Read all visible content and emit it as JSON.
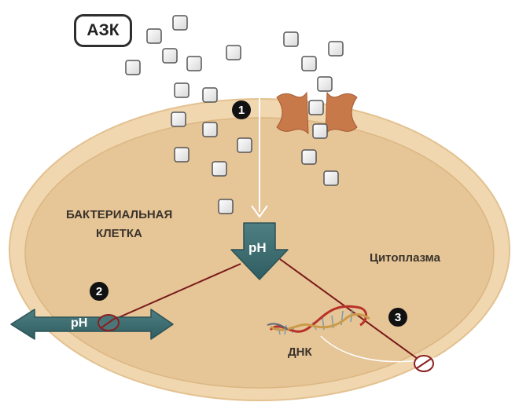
{
  "labels": {
    "azk": "АЗК",
    "cell_line1": "БАКТЕРИАЛЬНАЯ",
    "cell_line2": "КЛЕТКА",
    "cytoplasm": "Цитоплазма",
    "ph_center": "pH",
    "ph_left": "pH",
    "dna": "ДНК"
  },
  "markers": [
    "1",
    "2",
    "3"
  ],
  "colors": {
    "cell_fill": "#e8c99b",
    "cell_rim": "#eed3aa",
    "ph_arrow": "#3e6c70",
    "inhibit_line": "#7a1a1a",
    "porin": "#c8794a",
    "molecule_border": "#555555"
  },
  "icons": [
    "azk-molecule-icon",
    "porin-channel-icon",
    "dna-helix-icon",
    "inhibition-icon"
  ]
}
